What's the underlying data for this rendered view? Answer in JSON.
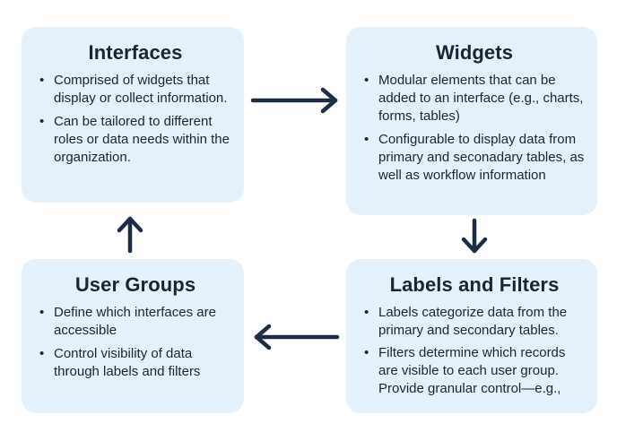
{
  "cards": {
    "interfaces": {
      "title": "Interfaces",
      "bullets": [
        "Comprised of widgets that display or collect information.",
        "Can be tailored to different roles or data needs within the organization."
      ]
    },
    "widgets": {
      "title": "Widgets",
      "bullets": [
        "Modular elements that can be added to an interface (e.g., charts, forms, tables)",
        "Configurable to display data from primary and seconadary tables, as well as workflow information"
      ]
    },
    "user_groups": {
      "title": "User Groups",
      "bullets": [
        "Define which interfaces are accessible",
        "Control visibility of data through labels and filters"
      ]
    },
    "labels_filters": {
      "title": "Labels and Filters",
      "bullets": [
        "Labels categorize data from the primary and secondary tables.",
        "Filters determine which records are visible to each user group. Provide granular control—e.g.,"
      ]
    }
  },
  "colors": {
    "card_bg": "#e4f1fb",
    "arrow": "#1f2d44",
    "text": "#1b2433"
  },
  "arrows": [
    {
      "from": "interfaces",
      "to": "widgets",
      "direction": "right"
    },
    {
      "from": "widgets",
      "to": "labels_filters",
      "direction": "down"
    },
    {
      "from": "labels_filters",
      "to": "user_groups",
      "direction": "left"
    },
    {
      "from": "user_groups",
      "to": "interfaces",
      "direction": "up"
    }
  ]
}
